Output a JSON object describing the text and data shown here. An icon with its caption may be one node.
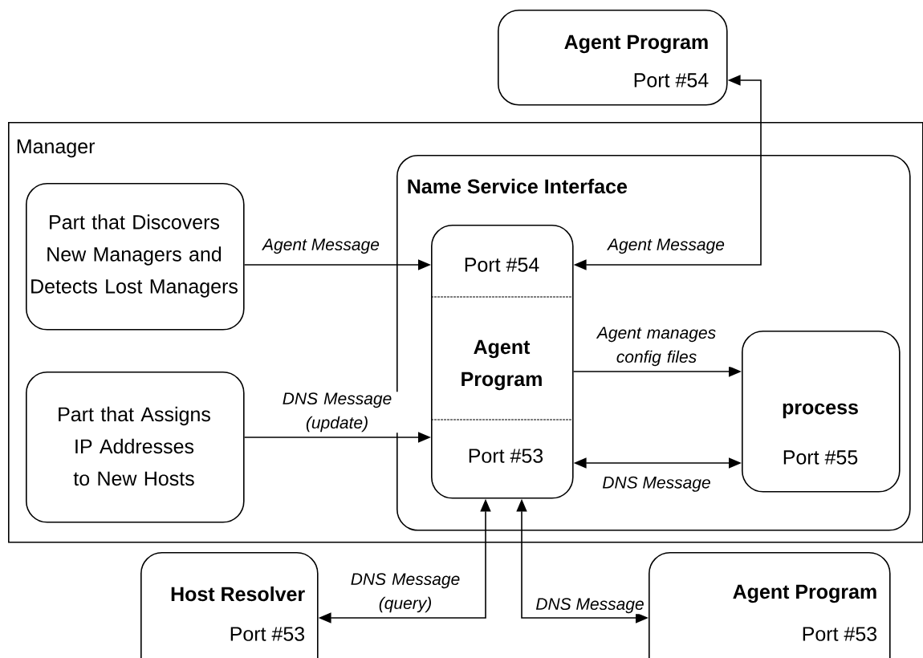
{
  "diagram": {
    "nodes": [
      {
        "text": [
          "Manager"
        ]
      },
      {
        "text": [
          "Part that Discovers New Managers and Detects Lost Managers"
        ],
        "in": 0
      },
      {
        "text": [
          "Part that Assigns IP Addresses to New Hosts"
        ],
        "in": 0
      },
      {
        "text": [
          "Name Service Interface"
        ],
        "in": 0
      },
      {
        "text": [
          "Port #54",
          "Agent Program",
          "Port #53"
        ],
        "in": 3
      },
      {
        "text": [
          "process",
          "Port #55"
        ],
        "in": 3
      },
      {
        "text": [
          "Agent Program",
          "Port #54"
        ]
      },
      {
        "text": [
          "Host Resolver",
          "Port #53"
        ]
      },
      {
        "text": [
          "Agent Program",
          "Port #53"
        ]
      }
    ],
    "edges": [
      {
        "from": 1,
        "to": 4,
        "arrow": "to",
        "label": "Agent Message"
      },
      {
        "from": 2,
        "to": 4,
        "arrow": "to",
        "label": "DNS Message (update)"
      },
      {
        "from": 4,
        "to": 5,
        "arrow": "to",
        "label": "Agent manages config files"
      },
      {
        "from": 4,
        "to": 5,
        "arrow": "both",
        "label": "DNS Message"
      },
      {
        "from": 4,
        "to": 6,
        "arrow": "both",
        "label": "Agent Message"
      },
      {
        "from": 4,
        "to": 7,
        "arrow": "both",
        "label": "DNS Message (query)"
      },
      {
        "from": 4,
        "to": 8,
        "arrow": "both",
        "label": "DNS Message"
      }
    ]
  }
}
